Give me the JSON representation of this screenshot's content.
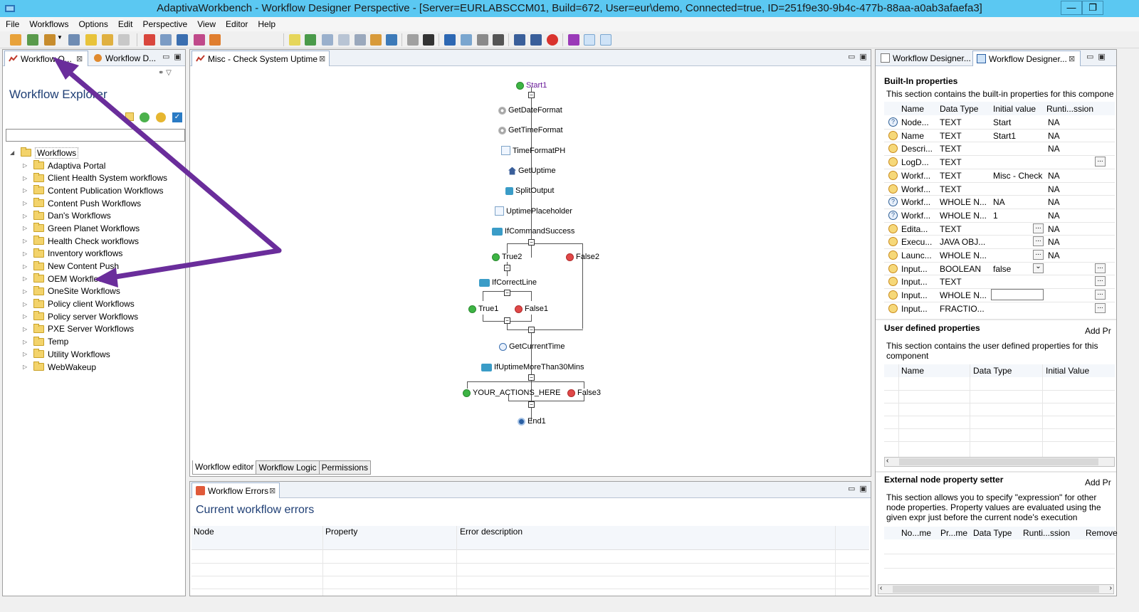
{
  "window": {
    "title": "AdaptivaWorkbench - Workflow Designer Perspective - [Server=EURLABSCCM01, Build=672, User=eur\\demo, Connected=true, ID=251f9e30-9b4c-477b-88aa-a0ab3afaefa3]",
    "min": "—",
    "restore": "❐"
  },
  "menu": [
    "File",
    "Workflows",
    "Options",
    "Edit",
    "Perspective",
    "View",
    "Editor",
    "Help"
  ],
  "left_panel": {
    "tabs": [
      "Workflow O...",
      "Workflow D..."
    ],
    "title": "Workflow Explorer",
    "search_value": "",
    "tree_root": "Workflows",
    "tree_items": [
      "Adaptiva Portal",
      "Client Health System workflows",
      "Content Publication Workflows",
      "Content Push Workflows",
      "Dan's Workflows",
      "Green Planet Workflows",
      "Health Check workflows",
      "Inventory workflows",
      "New Content Push",
      "OEM Workflows",
      "OneSite Workflows",
      "Policy client Workflows",
      "Policy server Workflows",
      "PXE Server Workflows",
      "Temp",
      "Utility Workflows",
      "WebWakeup"
    ]
  },
  "editor": {
    "tab": "Misc - Check System Uptime",
    "bottom_tabs": [
      "Workflow editor",
      "Workflow Logic",
      "Permissions"
    ],
    "nodes": {
      "start": "Start1",
      "n1": "GetDateFormat",
      "n2": "GetTimeFormat",
      "n3": "TimeFormatPH",
      "n4": "GetUptime",
      "n5": "SplitOutput",
      "n6": "UptimePlaceholder",
      "n7": "IfCommandSuccess",
      "t2": "True2",
      "f2": "False2",
      "n8": "IfCorrectLine",
      "t1": "True1",
      "f1": "False1",
      "n9": "GetCurrentTime",
      "n10": "IfUptimeMoreThan30Mins",
      "t3": "YOUR_ACTIONS_HERE",
      "f3": "False3",
      "end": "End1"
    }
  },
  "errors": {
    "tab": "Workflow Errors",
    "title": "Current workflow errors",
    "columns": [
      "Node",
      "Property",
      "Error description"
    ]
  },
  "props": {
    "tabs": [
      "Workflow Designer...",
      "Workflow Designer..."
    ],
    "builtin_title": "Built-In properties",
    "builtin_desc": "This section contains the built-in properties for this compone",
    "columns": [
      "Name",
      "Data Type",
      "Initial value",
      "Runti...ssion"
    ],
    "rows": [
      {
        "icon": "q",
        "name": "Node...",
        "type": "TEXT",
        "init": "Start",
        "run": "NA",
        "dots": false
      },
      {
        "icon": "c",
        "name": "Name",
        "type": "TEXT",
        "init": "Start1",
        "run": "NA",
        "dots": false
      },
      {
        "icon": "c",
        "name": "Descri...",
        "type": "TEXT",
        "init": "",
        "run": "NA",
        "dots": false
      },
      {
        "icon": "c",
        "name": "LogD...",
        "type": "TEXT",
        "init": "",
        "run": "",
        "dots": true
      },
      {
        "icon": "c",
        "name": "Workf...",
        "type": "TEXT",
        "init": "Misc - Check",
        "run": "NA",
        "dots": false
      },
      {
        "icon": "c",
        "name": "Workf...",
        "type": "TEXT",
        "init": "",
        "run": "NA",
        "dots": false
      },
      {
        "icon": "q",
        "name": "Workf...",
        "type": "WHOLE N...",
        "init": "NA",
        "run": "NA",
        "dots": false
      },
      {
        "icon": "q",
        "name": "Workf...",
        "type": "WHOLE N...",
        "init": "1",
        "run": "NA",
        "dots": false
      },
      {
        "icon": "c",
        "name": "Edita...",
        "type": "TEXT",
        "init": "",
        "run": "NA",
        "dots": false
      },
      {
        "icon": "c",
        "name": "Execu...",
        "type": "JAVA OBJ...",
        "init": "",
        "run": "NA",
        "dots": false
      },
      {
        "icon": "c",
        "name": "Launc...",
        "type": "WHOLE N...",
        "init": "",
        "run": "NA",
        "dots": false
      },
      {
        "icon": "c",
        "name": "Input...",
        "type": "BOOLEAN",
        "init": "false",
        "run": "",
        "dots": true
      },
      {
        "icon": "c",
        "name": "Input...",
        "type": "TEXT",
        "init": "",
        "run": "",
        "dots": true
      },
      {
        "icon": "c",
        "name": "Input...",
        "type": "WHOLE N...",
        "init": "",
        "run": "",
        "dots": true
      },
      {
        "icon": "c",
        "name": "Input...",
        "type": "FRACTIO...",
        "init": "",
        "run": "",
        "dots": true
      }
    ],
    "user_title": "User defined properties",
    "user_add": "Add Pr",
    "user_desc": "This section contains the user defined properties for this component",
    "user_columns": [
      "Name",
      "Data Type",
      "Initial Value"
    ],
    "ext_title": "External node property setter",
    "ext_add": "Add Pr",
    "ext_desc": "This section allows you to specify \"expression\" for other node properties. Property values are evaluated using the given expr just before the current node's execution",
    "ext_columns": [
      "No...me",
      "Pr...me",
      "Data Type",
      "Runti...ssion",
      "Remove"
    ]
  }
}
